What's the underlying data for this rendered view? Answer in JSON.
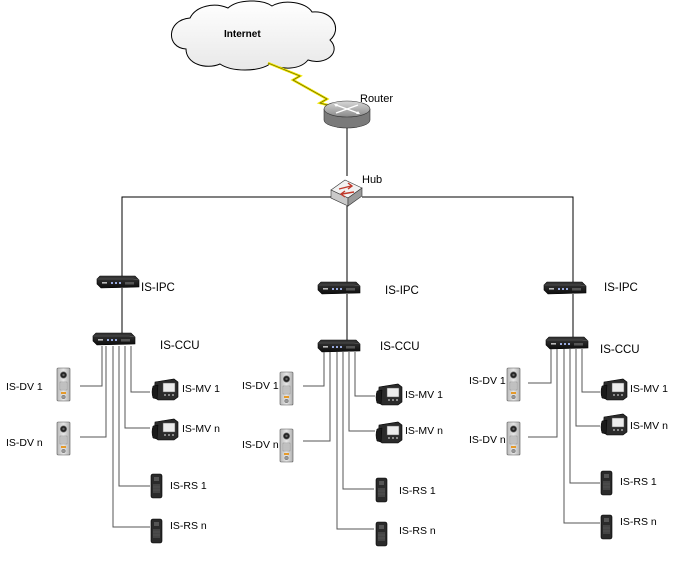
{
  "internet_label": "Internet",
  "router_label": "Router",
  "hub_label": "Hub",
  "groups": [
    {
      "ipc_label": "IS-IPC",
      "ccu_label": "IS-CCU",
      "dv1_label": "IS-DV 1",
      "dvn_label": "IS-DV n",
      "mv1_label": "IS-MV 1",
      "mvn_label": "IS-MV n",
      "rs1_label": "IS-RS 1",
      "rsn_label": "IS-RS n"
    },
    {
      "ipc_label": "IS-IPC",
      "ccu_label": "IS-CCU",
      "dv1_label": "IS-DV 1",
      "dvn_label": "IS-DV n",
      "mv1_label": "IS-MV 1",
      "mvn_label": "IS-MV n",
      "rs1_label": "IS-RS 1",
      "rsn_label": "IS-RS n"
    },
    {
      "ipc_label": "IS-IPC",
      "ccu_label": "IS-CCU",
      "dv1_label": "IS-DV 1",
      "dvn_label": "IS-DV n",
      "mv1_label": "IS-MV 1",
      "mvn_label": "IS-MV n",
      "rs1_label": "IS-RS 1",
      "rsn_label": "IS-RS n"
    }
  ]
}
